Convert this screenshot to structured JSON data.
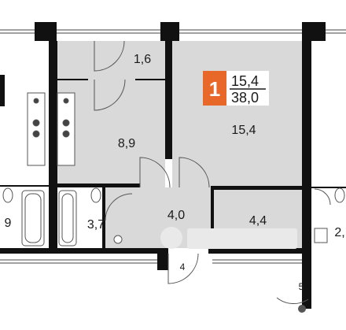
{
  "plan": {
    "rooms": {
      "hall_top": "1,6",
      "kitchen": "8,9",
      "living": "15,4",
      "corridor": "4,0",
      "bathroom": "3,7",
      "storage": "4,4",
      "left_neighbor": "9",
      "right_neighbor": "2,"
    },
    "badge": {
      "rooms": "1",
      "living_area": "15,4",
      "total_area": "38,0",
      "color": "#e8682a"
    },
    "markers": {
      "entrance": "4",
      "section": "5"
    },
    "colors": {
      "room_fill": "#d9d9d9",
      "wall": "#111111",
      "watermark": "#e9e9e9"
    }
  }
}
